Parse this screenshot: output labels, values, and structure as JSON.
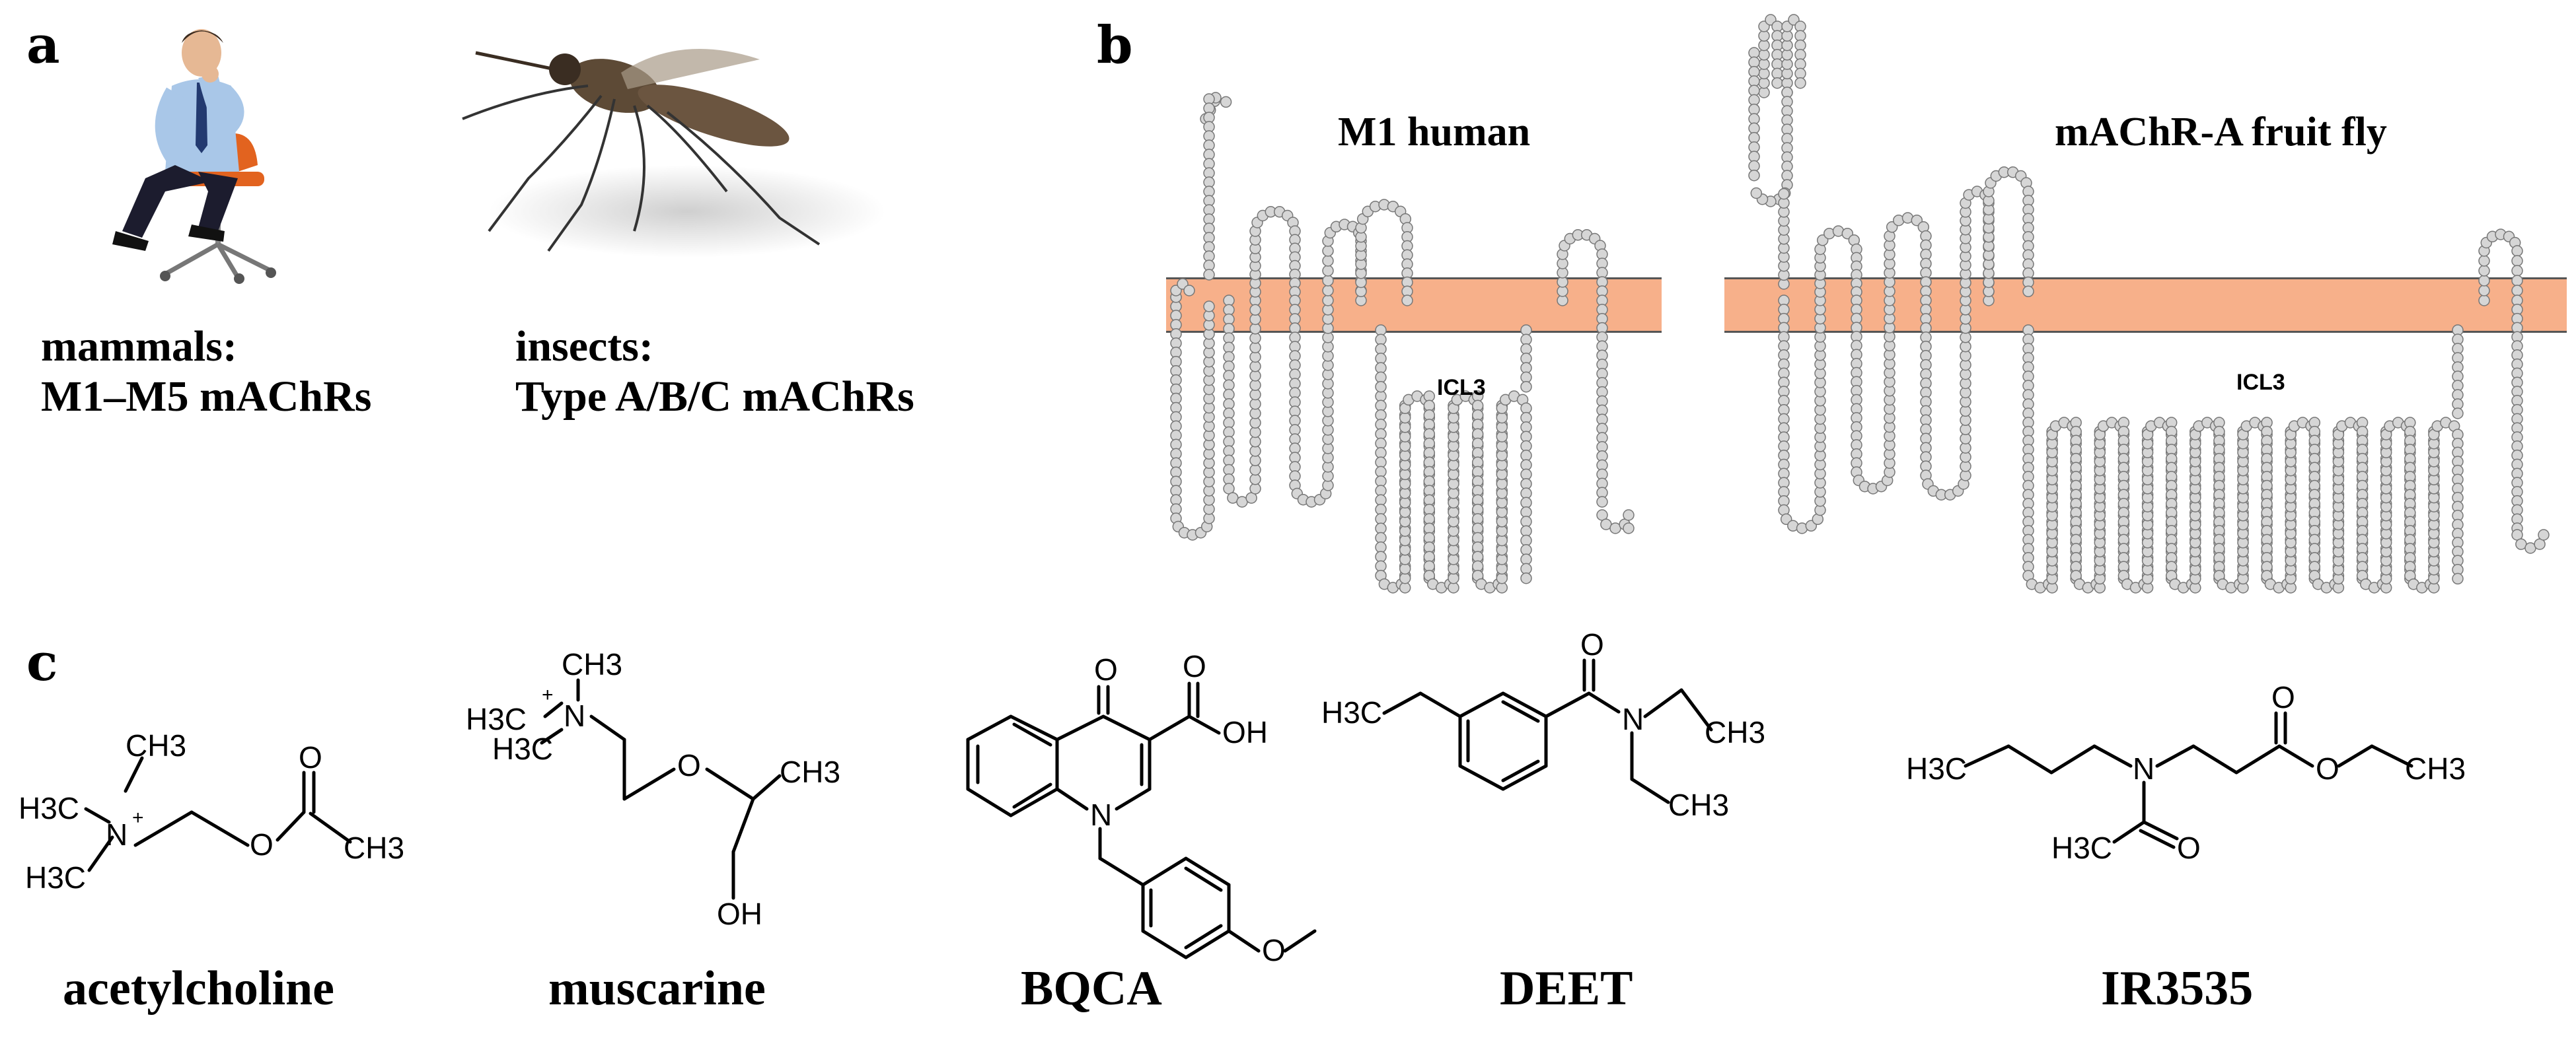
{
  "panel_a": {
    "letter": "a",
    "mammal_caption_line1": "mammals:",
    "mammal_caption_line2": "M1–M5 mAChRs",
    "insect_caption_line1": "insects:",
    "insect_caption_line2": "Type A/B/C mAChRs"
  },
  "panel_b": {
    "letter": "b",
    "left_title": "M1 human",
    "left_loop_label": "ICL3",
    "right_title": "mAChR-A fruit fly",
    "right_loop_label": "ICL3",
    "membrane_color": "#f7b08a",
    "residue_color": "#d6d6d6"
  },
  "panel_c": {
    "letter": "c",
    "molecules": [
      {
        "name": "acetylcholine"
      },
      {
        "name": "muscarine"
      },
      {
        "name": "BQCA"
      },
      {
        "name": "DEET"
      },
      {
        "name": "IR3535"
      }
    ],
    "atoms": {
      "ach": {
        "ch3_top": "CH3",
        "h3c_left": "H3C",
        "h3c_bottom": "H3C",
        "n": "N",
        "plus": "+",
        "o": "O",
        "o_top": "O",
        "ch3_right": "CH3"
      },
      "musc": {
        "ch3_top": "CH3",
        "plus": "+",
        "n": "N",
        "h3c_1": "H3C",
        "h3c_2": "H3C",
        "o": "O",
        "ch3_right": "CH3",
        "oh": "OH"
      },
      "bqca": {
        "o_top": "O",
        "o_acid": "O",
        "oh": "OH",
        "n": "N",
        "o_ether": "O"
      },
      "deet": {
        "h3c": "H3C",
        "o": "O",
        "n": "N",
        "ch3_1": "CH3",
        "ch3_2": "CH3"
      },
      "ir": {
        "h3c_left": "H3C",
        "n": "N",
        "o_top": "O",
        "o_ester": "O",
        "ch3_right": "CH3",
        "h3c_bottom": "H3C",
        "o_amide": "O"
      }
    }
  }
}
